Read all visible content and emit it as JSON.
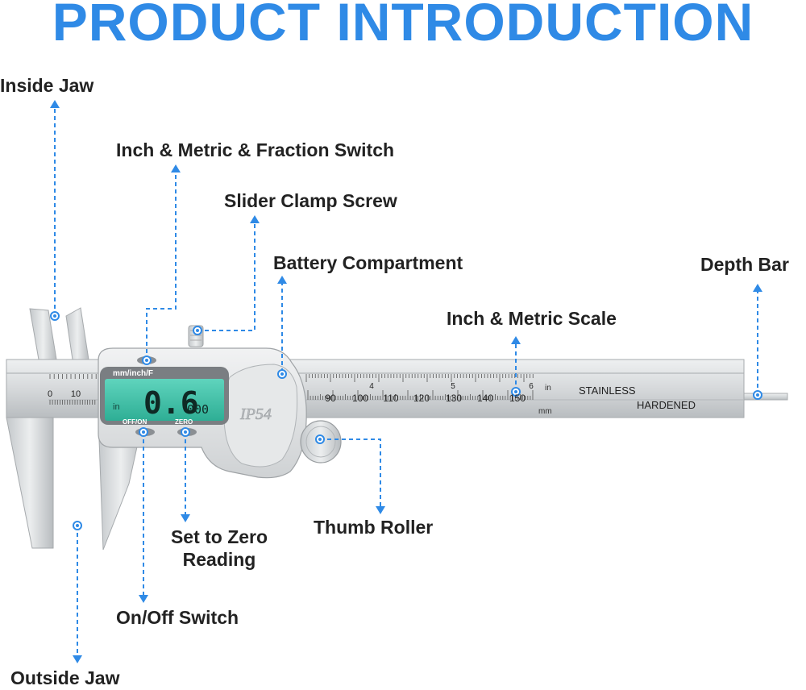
{
  "title": "PRODUCT INTRODUCTION",
  "labels": {
    "inside_jaw": "Inside Jaw",
    "fraction_switch": "Inch & Metric & Fraction Switch",
    "clamp_screw": "Slider Clamp Screw",
    "battery": "Battery Compartment",
    "depth_bar": "Depth Bar",
    "scale": "Inch & Metric Scale",
    "set_zero_1": "Set to Zero",
    "set_zero_2": "Reading",
    "thumb_roller": "Thumb Roller",
    "onoff": "On/Off Switch",
    "outside_jaw": "Outside Jaw"
  },
  "device": {
    "lcd_unit_label": "mm/inch/F",
    "lcd_small_unit": "in",
    "lcd_value": "0.6",
    "lcd_decimals": "000",
    "btn_onoff": "OFF/ON",
    "btn_zero": "ZERO",
    "ip_rating": "IP54",
    "stainless": "STAINLESS",
    "hardened": "HARDENED",
    "unit_in": "in",
    "unit_mm": "mm",
    "mm_ticks": [
      "90",
      "100",
      "110",
      "120",
      "130",
      "140",
      "150"
    ],
    "inch_ticks": [
      "4",
      "5",
      "6"
    ],
    "left_mm_ticks": [
      "0",
      "10"
    ]
  },
  "colors": {
    "accent": "#2f8ae6",
    "steel": "#d9dcde",
    "lcd": "#3fc1a8"
  }
}
